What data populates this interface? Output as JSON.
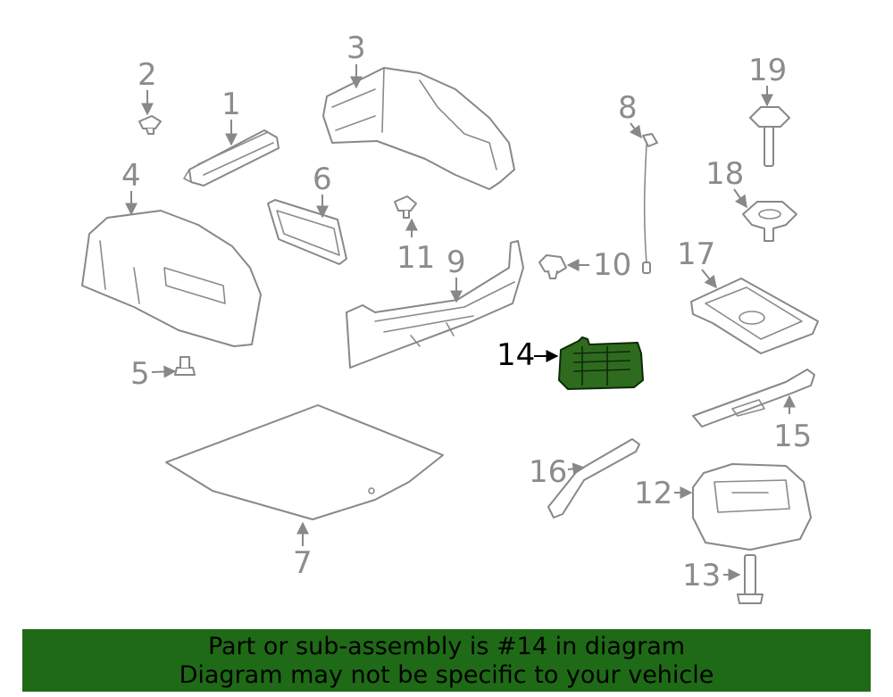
{
  "callouts": {
    "c1": "1",
    "c2": "2",
    "c3": "3",
    "c4": "4",
    "c5": "5",
    "c6": "6",
    "c7": "7",
    "c8": "8",
    "c9": "9",
    "c10": "10",
    "c11": "11",
    "c12": "12",
    "c13": "13",
    "c14": "14",
    "c15": "15",
    "c16": "16",
    "c17": "17",
    "c18": "18",
    "c19": "19"
  },
  "highlight": {
    "part_number": "14",
    "color": "#2f6b1f"
  },
  "banner": {
    "line1": "Part or sub-assembly is #14 in diagram",
    "line2": "Diagram may not be specific to your vehicle",
    "background": "#1f6a16"
  }
}
